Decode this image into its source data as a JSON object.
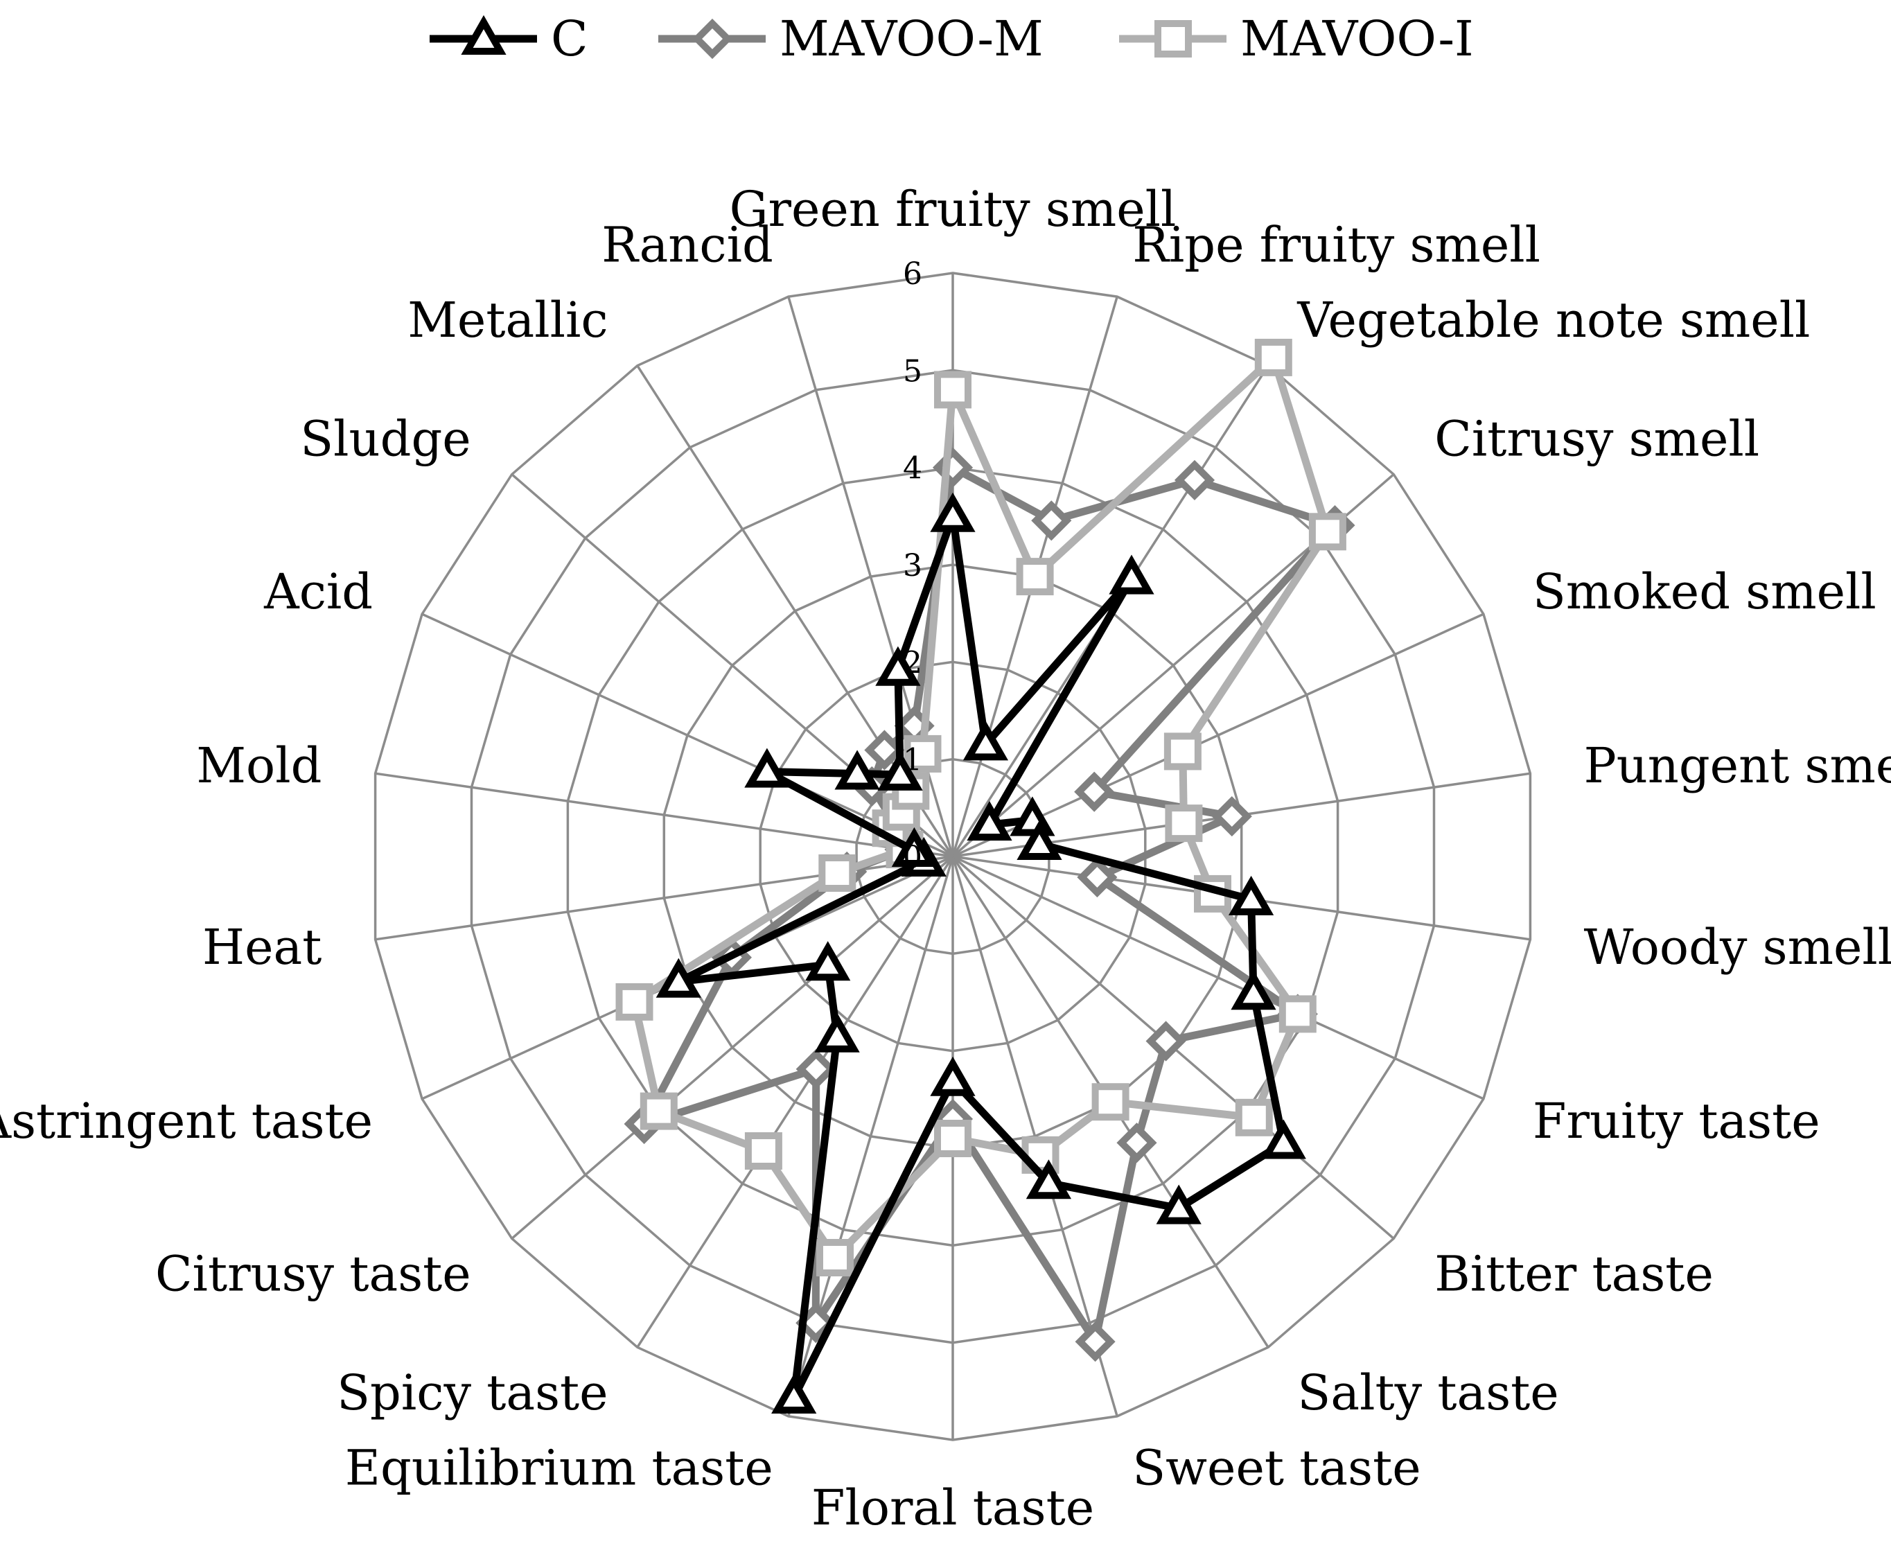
{
  "chart_data": {
    "type": "radar",
    "title": "",
    "axes": [
      "Green fruity smell",
      "Ripe fruity smell",
      "Vegetable note smell",
      "Citrusy smell",
      "Smoked smell",
      "Pungent smell",
      "Woody smell",
      "Fruity taste",
      "Bitter taste",
      "Salty taste",
      "Sweet taste",
      "Floral taste",
      "Equilibrium taste",
      "Spicy taste",
      "Citrusy taste",
      "Astringent taste",
      "Heat",
      "Mold",
      "Acid",
      "Sludge",
      "Metallic",
      "Rancid"
    ],
    "r_range": [
      0,
      6
    ],
    "r_ticks": [
      "0",
      "1",
      "2",
      "3",
      "4",
      "5",
      "6"
    ],
    "grid": true,
    "legend_position": "top",
    "series": [
      {
        "name": "C",
        "color": "#000000",
        "marker": "triangle",
        "values": [
          3.5,
          1.2,
          3.4,
          0.5,
          0.9,
          0.9,
          3.1,
          3.4,
          4.5,
          4.3,
          3.5,
          2.3,
          5.8,
          2.2,
          1.7,
          3.1,
          0.3,
          0.4,
          2.1,
          1.3,
          1.0,
          2.0
        ]
      },
      {
        "name": "MAVOO-M",
        "color": "#808080",
        "marker": "diamond",
        "values": [
          4.0,
          3.6,
          4.6,
          5.2,
          1.6,
          2.9,
          1.5,
          3.9,
          2.9,
          3.5,
          5.2,
          2.7,
          5.0,
          2.6,
          4.2,
          2.5,
          1.1,
          0.5,
          0.6,
          1.1,
          1.3,
          1.4
        ]
      },
      {
        "name": "MAVOO-I",
        "color": "#b0b0b0",
        "marker": "square",
        "values": [
          4.8,
          3.0,
          6.1,
          5.1,
          2.6,
          2.4,
          2.7,
          3.9,
          4.1,
          3.0,
          3.2,
          2.9,
          4.3,
          3.6,
          4.0,
          3.6,
          1.2,
          0.5,
          0.7,
          0.7,
          0.8,
          1.1
        ]
      }
    ]
  }
}
